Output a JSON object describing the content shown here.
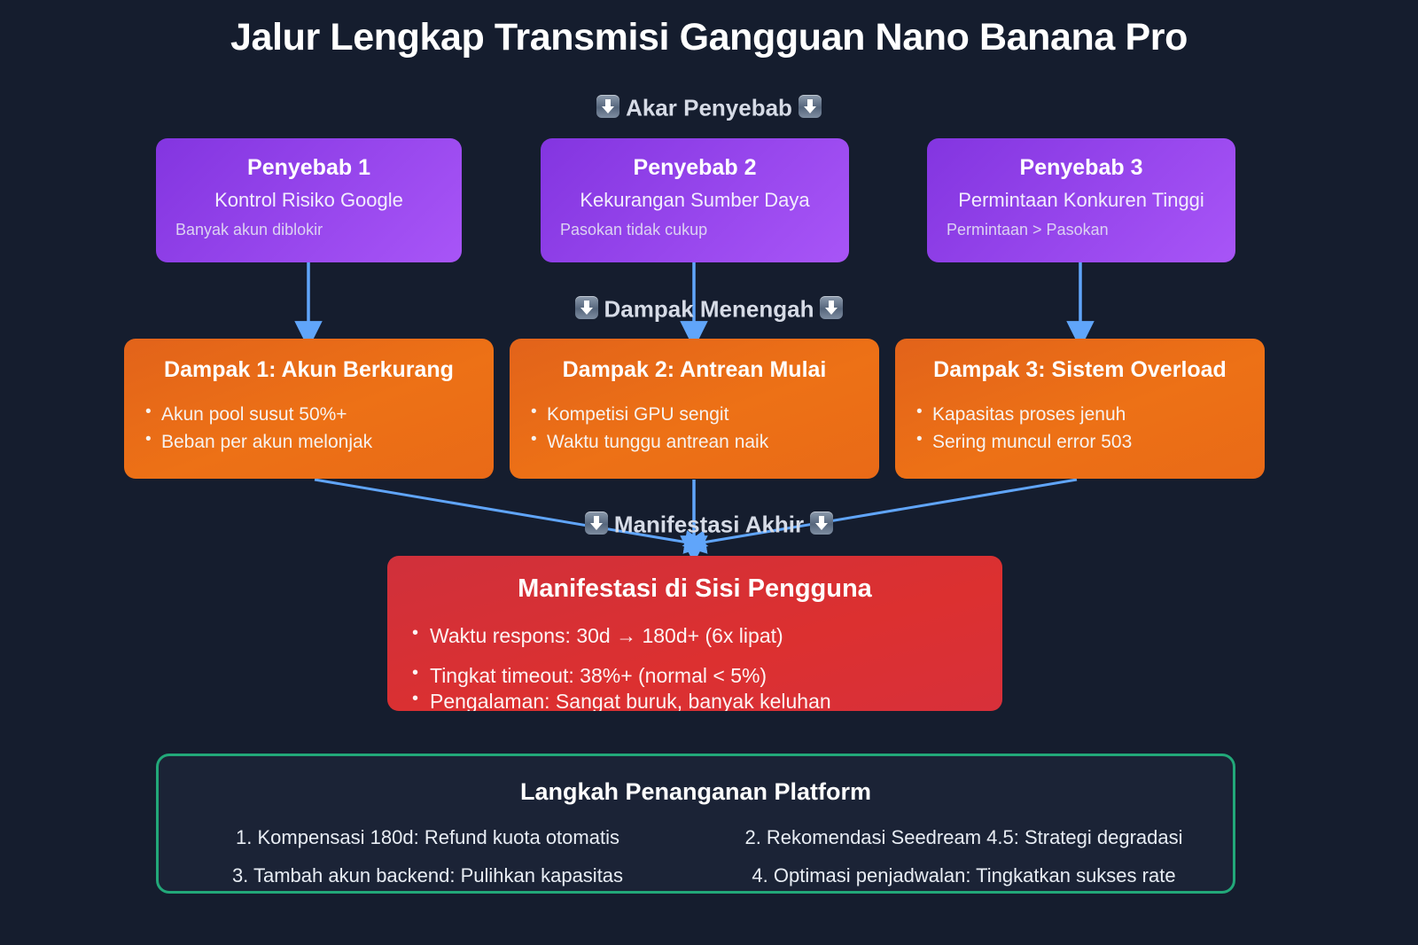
{
  "title": "Jalur Lengkap Transmisi Gangguan Nano Banana Pro",
  "colors": {
    "background": "#151d2e",
    "cause_purple_from": "#8335e0",
    "cause_purple_to": "#a855f7",
    "impact_orange": "#ed7116",
    "manifest_red": "#dc3030",
    "solutions_green": "#22a879",
    "arrow_blue": "#60a5fa",
    "title_white": "#ffffff"
  },
  "sections": {
    "root_cause": {
      "label": "Akar Penyebab",
      "icon_left": "down-arrow-emoji",
      "icon_right": "down-arrow-emoji"
    },
    "mid_impact": {
      "label": "Dampak Menengah",
      "icon_left": "down-arrow-emoji",
      "icon_right": "down-arrow-emoji"
    },
    "final_manifestation": {
      "label": "Manifestasi Akhir",
      "icon_left": "down-arrow-emoji",
      "icon_right": "down-arrow-emoji"
    }
  },
  "causes": [
    {
      "title": "Penyebab 1",
      "subtitle": "Kontrol Risiko Google",
      "detail": "Banyak akun diblokir"
    },
    {
      "title": "Penyebab 2",
      "subtitle": "Kekurangan Sumber Daya",
      "detail": "Pasokan tidak cukup"
    },
    {
      "title": "Penyebab 3",
      "subtitle": "Permintaan Konkuren Tinggi",
      "detail": "Permintaan > Pasokan"
    }
  ],
  "impacts": [
    {
      "title": "Dampak 1: Akun Berkurang",
      "bullets": [
        "Akun pool susut 50%+",
        "Beban per akun melonjak"
      ]
    },
    {
      "title": "Dampak 2: Antrean Mulai",
      "bullets": [
        "Kompetisi GPU sengit",
        "Waktu tunggu antrean naik"
      ]
    },
    {
      "title": "Dampak 3: Sistem Overload",
      "bullets": [
        "Kapasitas proses jenuh",
        "Sering muncul error 503"
      ]
    }
  ],
  "manifestation": {
    "title": "Manifestasi di Sisi Pengguna",
    "bullets": [
      "Waktu respons: 30d → 180d+ (6x lipat)",
      "Tingkat timeout: 38%+ (normal < 5%)",
      "Pengalaman: Sangat buruk, banyak keluhan"
    ]
  },
  "solutions": {
    "title": "Langkah Penanganan Platform",
    "items": [
      "1. Kompensasi 180d: Refund kuota otomatis",
      "2. Rekomendasi Seedream 4.5: Strategi degradasi",
      "3. Tambah akun backend: Pulihkan kapasitas",
      "4. Optimasi penjadwalan: Tingkatkan sukses rate"
    ]
  }
}
